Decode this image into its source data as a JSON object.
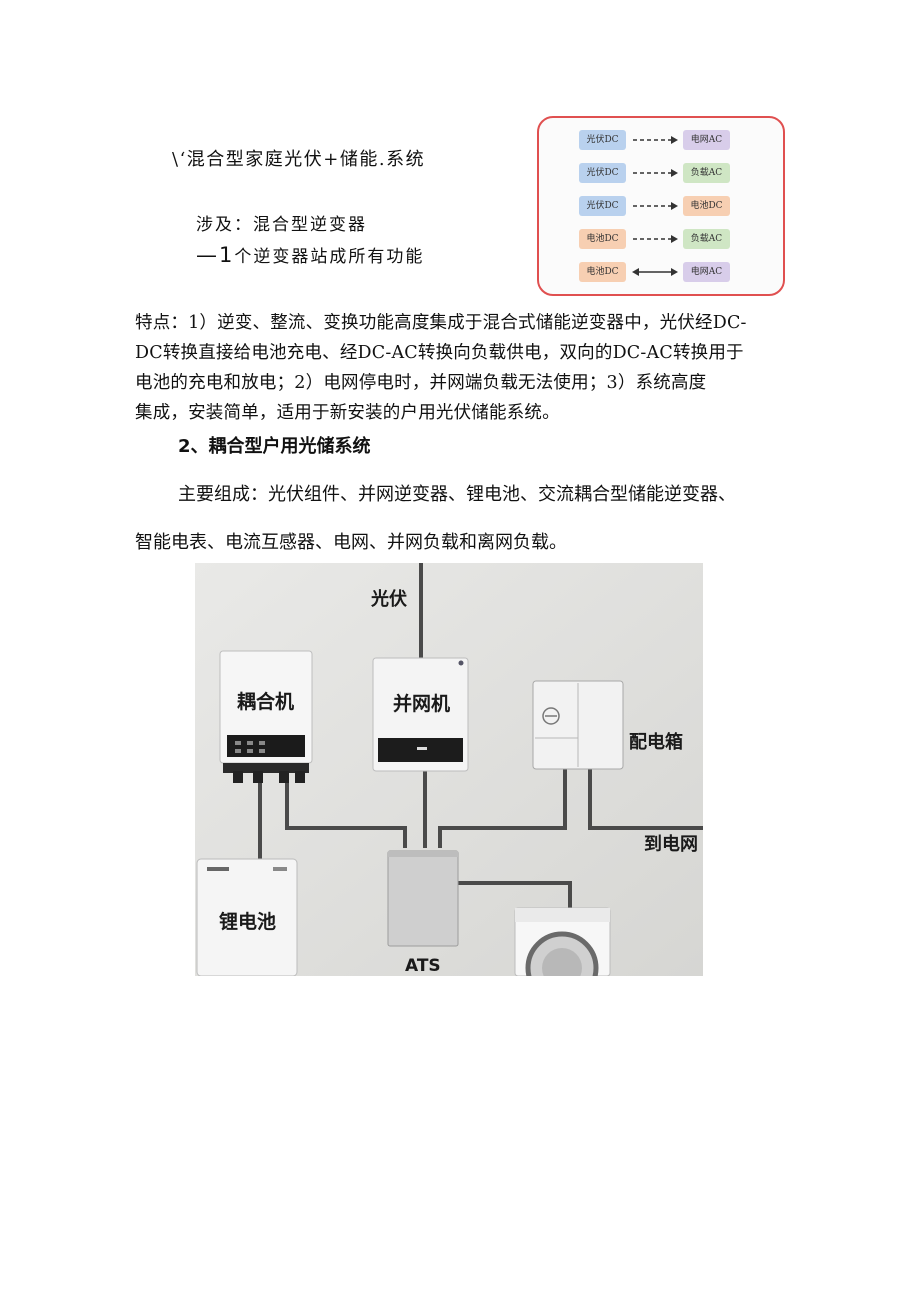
{
  "header": {
    "title": "\\‘混合型家庭光伏+储能.系统",
    "involves": "涉及：混合型逆变器",
    "summary_lead": "—1",
    "summary_rest": "个逆变器站成所有功能"
  },
  "flow_diagram": {
    "rows": [
      {
        "left": "光伏DC",
        "right": "电网AC",
        "arrow": "dashed",
        "left_color": "#b9d1ee",
        "right_color": "#d8cdea"
      },
      {
        "left": "光伏DC",
        "right": "负载AC",
        "arrow": "dashed",
        "left_color": "#b9d1ee",
        "right_color": "#cfe6c4"
      },
      {
        "left": "光伏DC",
        "right": "电池DC",
        "arrow": "dashed",
        "left_color": "#b9d1ee",
        "right_color": "#f7cfb2"
      },
      {
        "left": "电池DC",
        "right": "负载AC",
        "arrow": "dashed",
        "left_color": "#f7cfb2",
        "right_color": "#cfe6c4"
      },
      {
        "left": "电池DC",
        "right": "电网AC",
        "arrow": "double",
        "left_color": "#f7cfb2",
        "right_color": "#d8cdea"
      }
    ]
  },
  "features": {
    "lines": [
      "特点：1）逆变、整流、变换功能高度集成于混合式储能逆变器中，光伏经DC-",
      "DC转换直接给电池充电、经DC-AC转换向负载供电，双向的DC-AC转换用于",
      "电池的充电和放电；2）电网停电时，并网端负载无法使用；3）系统高度",
      "集成，安装简单，适用于新安装的户用光伏储能系统。"
    ]
  },
  "section2": {
    "heading": "2、耦合型户用光储系统",
    "components_line1": "主要组成：光伏组件、并网逆变器、锂电池、交流耦合型储能逆变器、",
    "components_line2": "智能电表、电流互感器、电网、并网负载和离网负载。"
  },
  "photo": {
    "labels": {
      "pv": "光伏",
      "coupler": "耦合机",
      "grid_inverter": "并网机",
      "distribution_box": "配电箱",
      "to_grid": "到电网",
      "battery": "锂电池",
      "ats": "ATS"
    }
  }
}
